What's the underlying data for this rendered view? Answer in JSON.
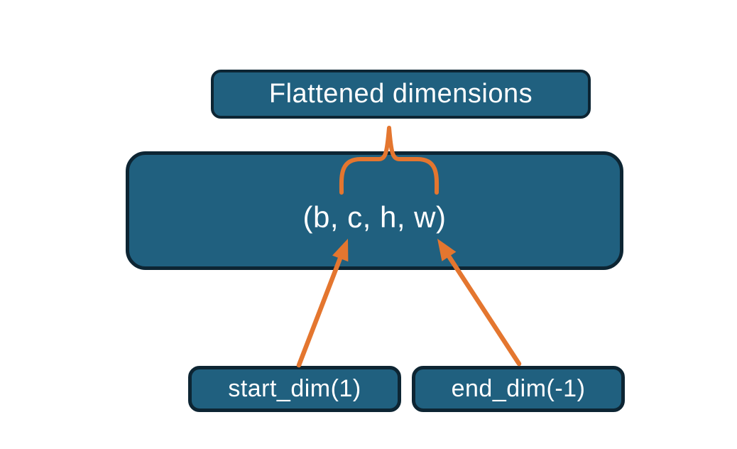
{
  "diagram": {
    "nodes": {
      "flattened": {
        "label": "Flattened dimensions"
      },
      "tensor": {
        "label": "(b, c, h, w)"
      },
      "start_dim": {
        "label": "start_dim(1)"
      },
      "end_dim": {
        "label": "end_dim(-1)"
      }
    },
    "colors": {
      "node_fill": "#20607f",
      "node_border": "#0d2533",
      "connector_orange": "#e4762f",
      "label_text": "#ffffff",
      "background": "#ffffff"
    }
  }
}
